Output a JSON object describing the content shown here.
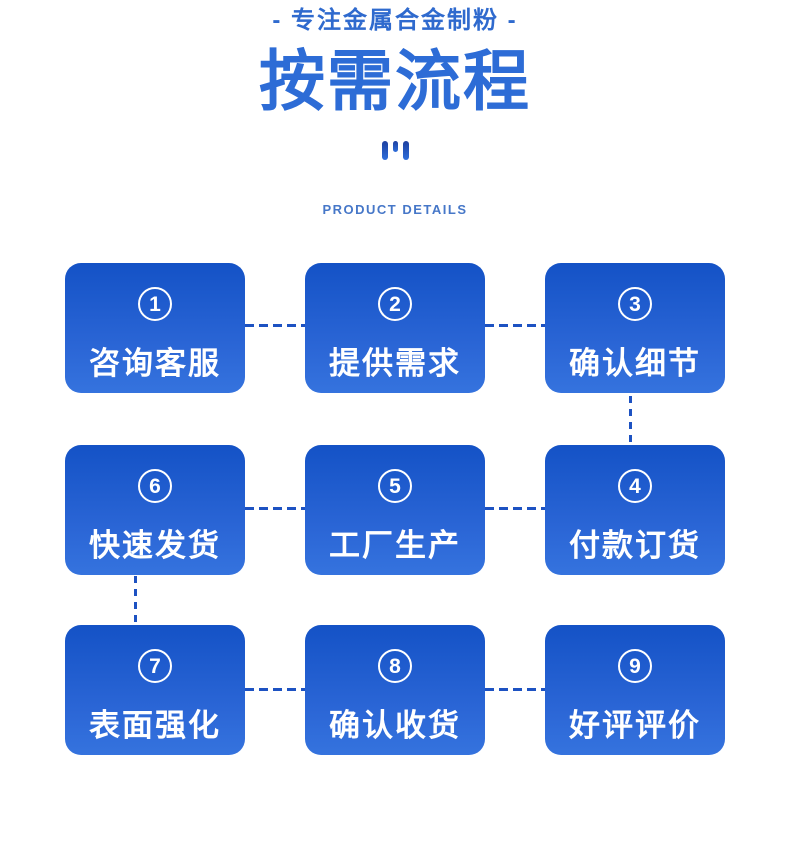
{
  "header": {
    "tagline": "- 专注金属合金制粉 -",
    "title": "按需流程",
    "icon": "bars-icon",
    "subtitle": "PRODUCT DETAILS"
  },
  "colors": {
    "title_blue": "#2d6cd6",
    "tagline_blue": "#2f6ace",
    "subtitle_blue": "#4677c8",
    "card_gradient_top": "#1452c6",
    "card_gradient_bottom": "#3573de",
    "connector_dash_blue": "#1d52c2",
    "card_text": "#ffffff",
    "page_background": "#ffffff"
  },
  "steps": [
    {
      "num": "1",
      "label": "咨询客服"
    },
    {
      "num": "2",
      "label": "提供需求"
    },
    {
      "num": "3",
      "label": "确认细节"
    },
    {
      "num": "4",
      "label": "付款订货"
    },
    {
      "num": "5",
      "label": "工厂生产"
    },
    {
      "num": "6",
      "label": "快速发货"
    },
    {
      "num": "7",
      "label": "表面强化"
    },
    {
      "num": "8",
      "label": "确认收货"
    },
    {
      "num": "9",
      "label": "好评评价"
    }
  ]
}
